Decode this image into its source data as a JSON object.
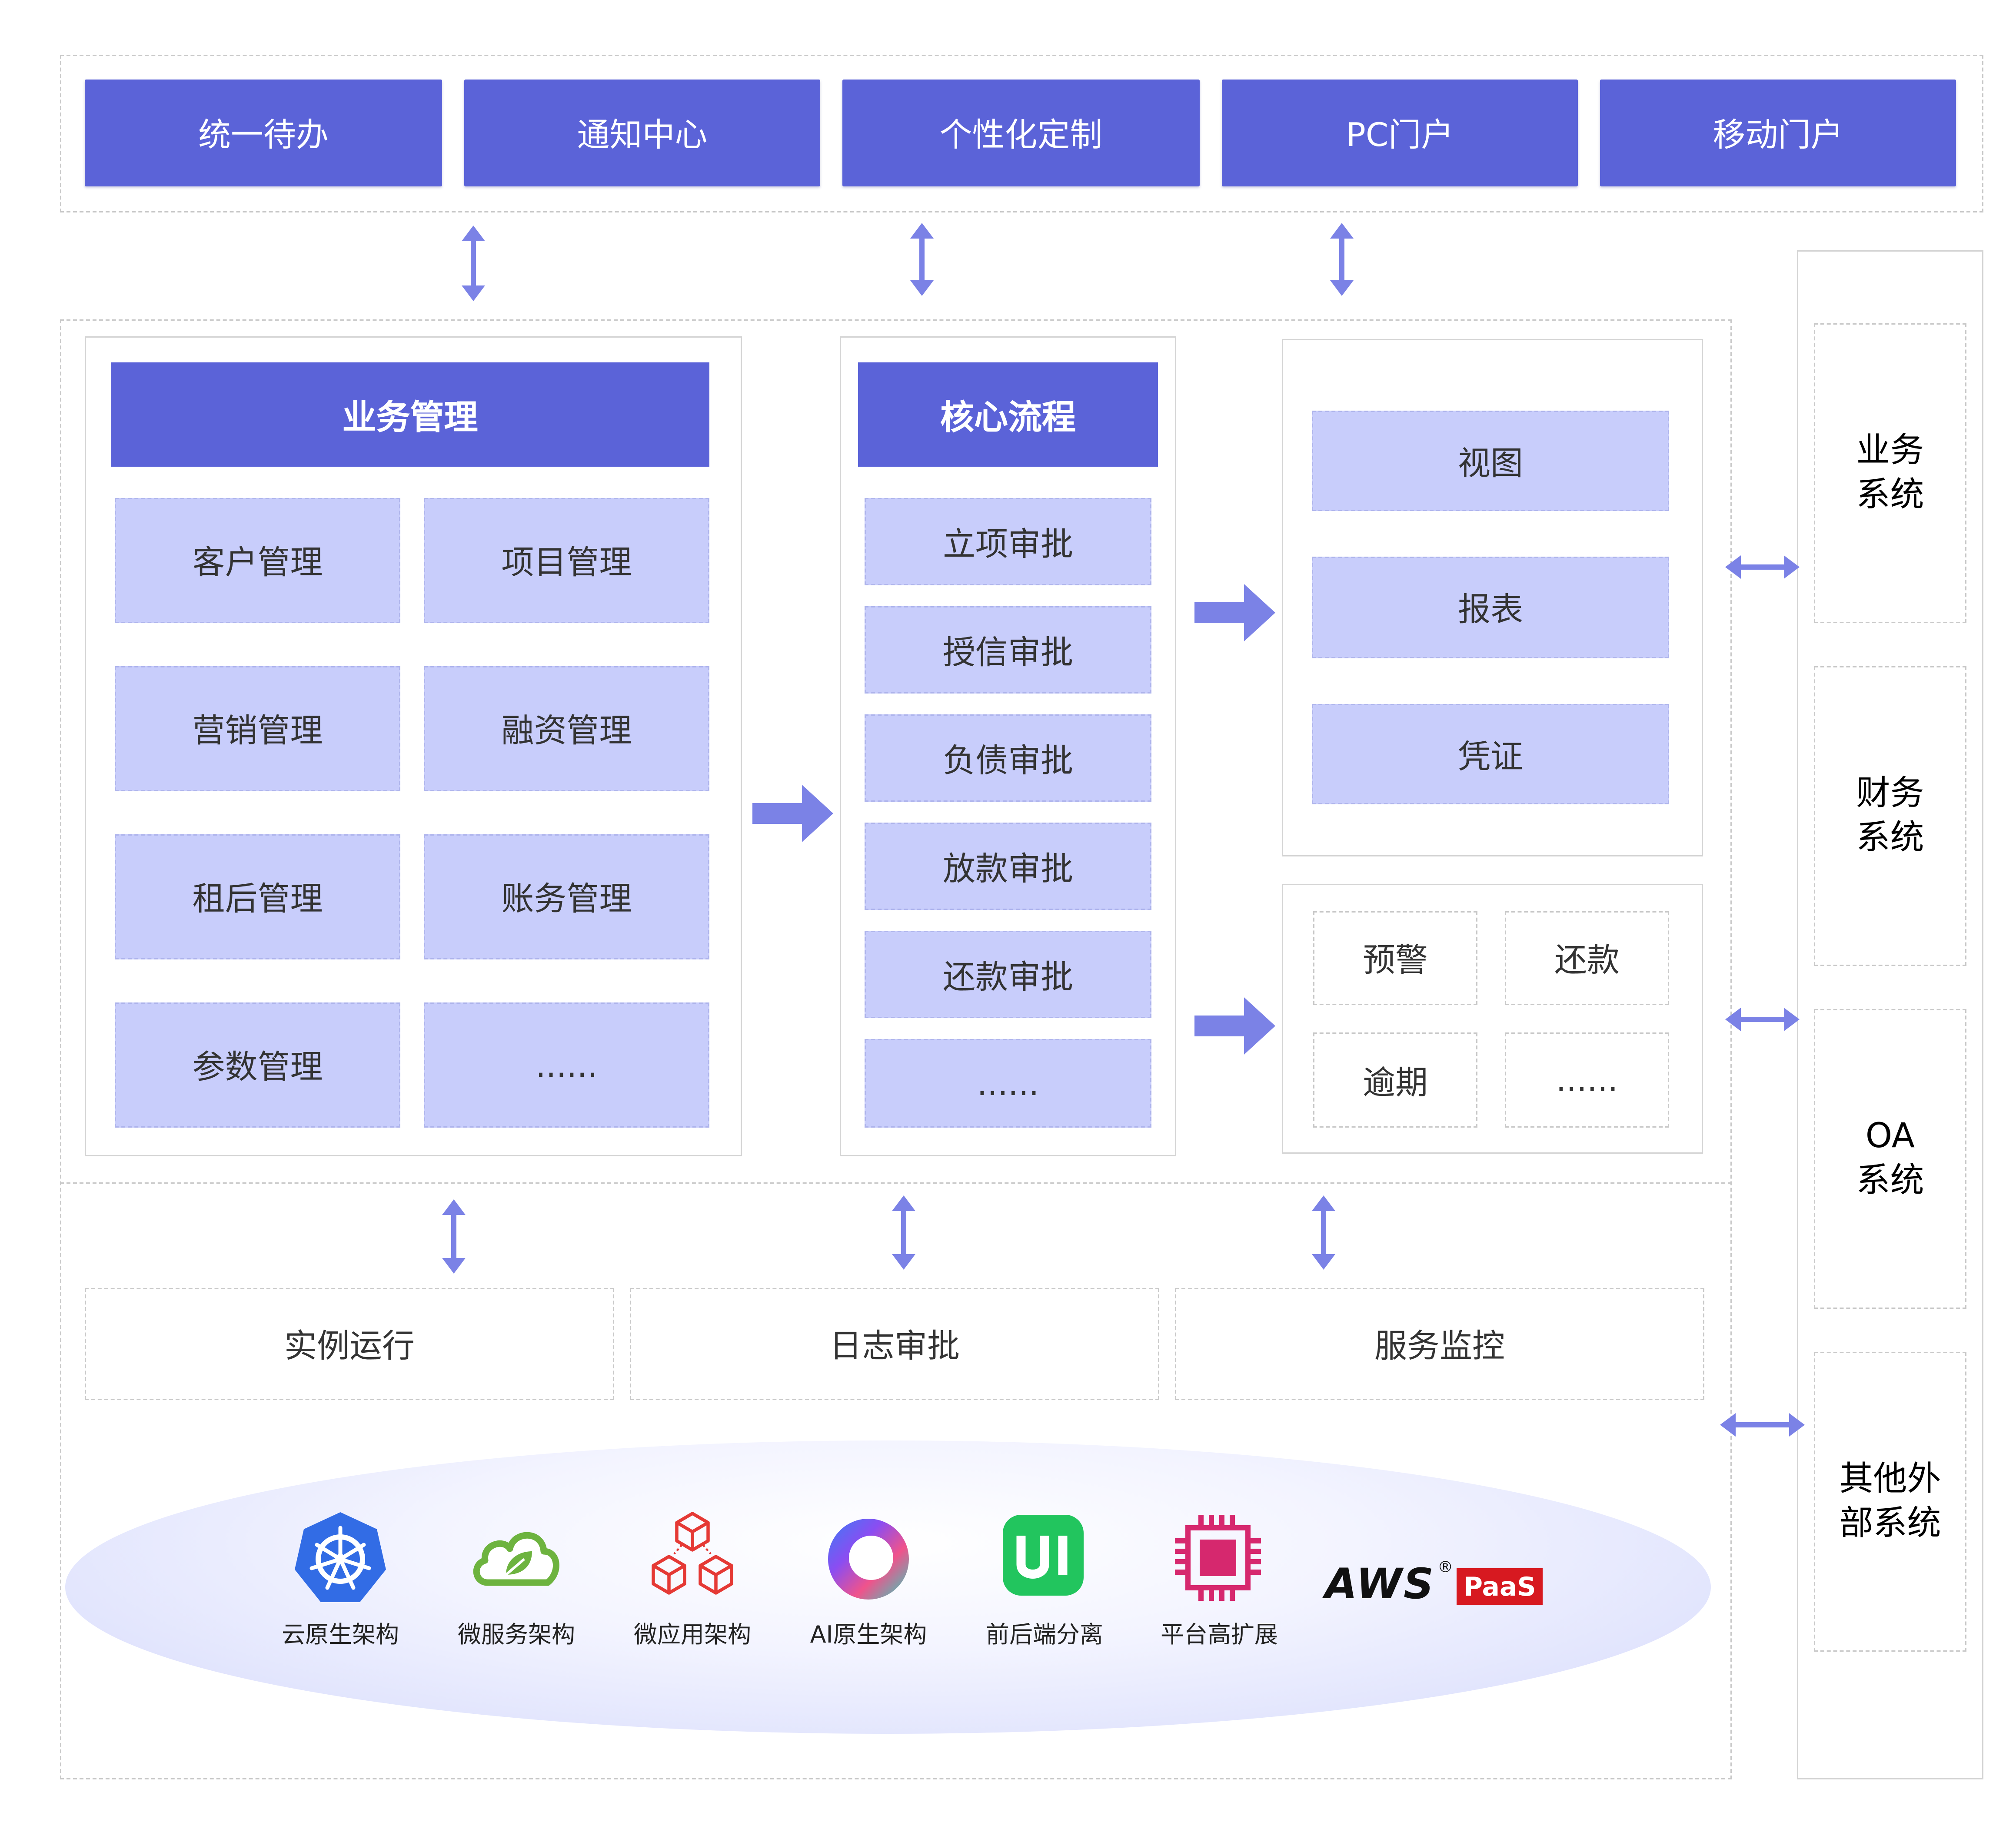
{
  "colors": {
    "primary": "#5b63d8",
    "light": "#c8cdfb",
    "arrow": "#7b82e6",
    "border": "#c9c9c9"
  },
  "top_bar": {
    "items": [
      "统一待办",
      "通知中心",
      "个性化定制",
      "PC门户",
      "移动门户"
    ]
  },
  "business": {
    "title": "业务管理",
    "items": [
      "客户管理",
      "项目管理",
      "营销管理",
      "融资管理",
      "租后管理",
      "账务管理",
      "参数管理",
      "......"
    ]
  },
  "core": {
    "title": "核心流程",
    "items": [
      "立项审批",
      "授信审批",
      "负债审批",
      "放款审批",
      "还款审批",
      "......"
    ]
  },
  "outputs": {
    "items": [
      "视图",
      "报表",
      "凭证"
    ]
  },
  "alerts": {
    "items": [
      "预警",
      "还款",
      "逾期",
      "......"
    ]
  },
  "services": {
    "items": [
      "实例运行",
      "日志审批",
      "服务监控"
    ]
  },
  "tech": {
    "items": [
      {
        "label": "云原生架构",
        "icon": "kubernetes-icon"
      },
      {
        "label": "微服务架构",
        "icon": "spring-cloud-icon"
      },
      {
        "label": "微应用架构",
        "icon": "cubes-icon"
      },
      {
        "label": "AI原生架构",
        "icon": "ai-ring-icon"
      },
      {
        "label": "前后端分离",
        "icon": "ui-icon"
      },
      {
        "label": "平台高扩展",
        "icon": "chip-icon"
      }
    ],
    "logo_text": "AWS",
    "logo_registered": "®",
    "logo_badge": "PaaS"
  },
  "external": {
    "items": [
      {
        "line1": "业务",
        "line2": "系统"
      },
      {
        "line1": "财务",
        "line2": "系统"
      },
      {
        "line1": "OA",
        "line2": "系统"
      },
      {
        "line1": "其他外",
        "line2": "部系统"
      }
    ]
  }
}
